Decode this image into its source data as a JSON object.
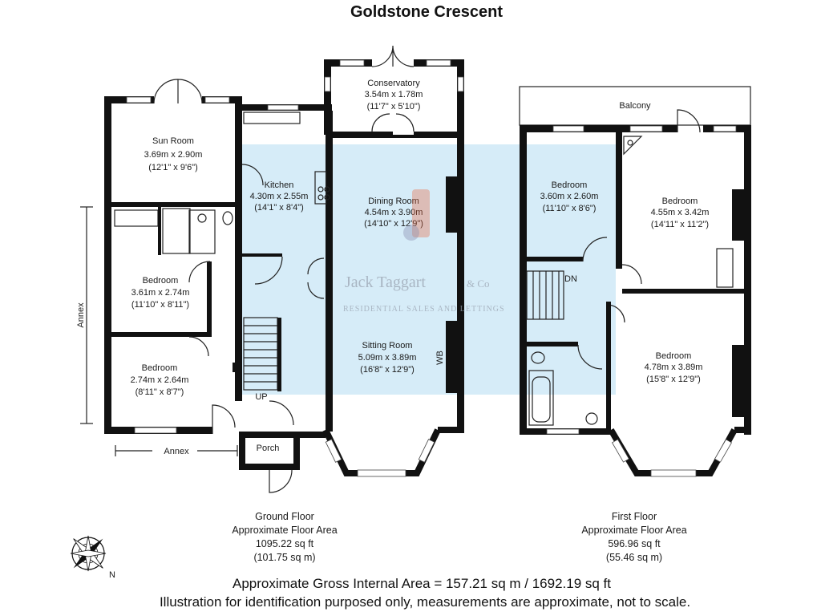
{
  "title": "Goldstone Crescent",
  "watermark": {
    "brand": "Jack Taggart",
    "suffix": "& Co",
    "tagline": "RESIDENTIAL SALES AND LETTINGS"
  },
  "colors": {
    "highlight": "#d6ecf8",
    "wall": "#111111",
    "watermark_accent": "#e8643c"
  },
  "ground_floor": {
    "rooms": [
      {
        "id": "sun-room",
        "name": "Sun Room",
        "metric": "3.69m x 2.90m",
        "imperial": "(12'1\" x 9'6\")"
      },
      {
        "id": "kitchen",
        "name": "Kitchen",
        "metric": "4.30m x 2.55m",
        "imperial": "(14'1\" x 8'4\")"
      },
      {
        "id": "conservatory",
        "name": "Conservatory",
        "metric": "3.54m x 1.78m",
        "imperial": "(11'7\" x 5'10\")"
      },
      {
        "id": "dining-room",
        "name": "Dining Room",
        "metric": "4.54m x 3.90m",
        "imperial": "(14'10\" x 12'9\")"
      },
      {
        "id": "annex-bedroom-1",
        "name": "Bedroom",
        "metric": "3.61m x 2.74m",
        "imperial": "(11'10\" x 8'11\")"
      },
      {
        "id": "annex-bedroom-2",
        "name": "Bedroom",
        "metric": "2.74m x 2.64m",
        "imperial": "(8'11\" x 8'7\")"
      },
      {
        "id": "sitting-room",
        "name": "Sitting Room",
        "metric": "5.09m x 3.89m",
        "imperial": "(16'8\" x 12'9\")"
      }
    ],
    "labels": {
      "up": "UP",
      "porch": "Porch",
      "wb": "WB",
      "annex_vertical": "Annex",
      "annex_horizontal": "Annex"
    },
    "caption": {
      "line1": "Ground Floor",
      "line2": "Approximate Floor Area",
      "line3": "1095.22 sq ft",
      "line4": "(101.75 sq m)"
    }
  },
  "first_floor": {
    "rooms": [
      {
        "id": "bedroom-a",
        "name": "Bedroom",
        "metric": "3.60m x 2.60m",
        "imperial": "(11'10\" x 8'6\")"
      },
      {
        "id": "bedroom-b",
        "name": "Bedroom",
        "metric": "4.55m x 3.42m",
        "imperial": "(14'11\" x 11'2\")"
      },
      {
        "id": "bedroom-c",
        "name": "Bedroom",
        "metric": "4.78m x 3.89m",
        "imperial": "(15'8\" x 12'9\")"
      }
    ],
    "labels": {
      "balcony": "Balcony",
      "dn": "DN"
    },
    "caption": {
      "line1": "First Floor",
      "line2": "Approximate Floor Area",
      "line3": "596.96 sq ft",
      "line4": "(55.46 sq m)"
    }
  },
  "compass": {
    "north": "N"
  },
  "footer": {
    "gross_area": "Approximate Gross Internal Area = 157.21 sq m / 1692.19 sq ft",
    "disclaimer": "Illustration for identification purposed only, measurements are approximate, not to scale."
  }
}
